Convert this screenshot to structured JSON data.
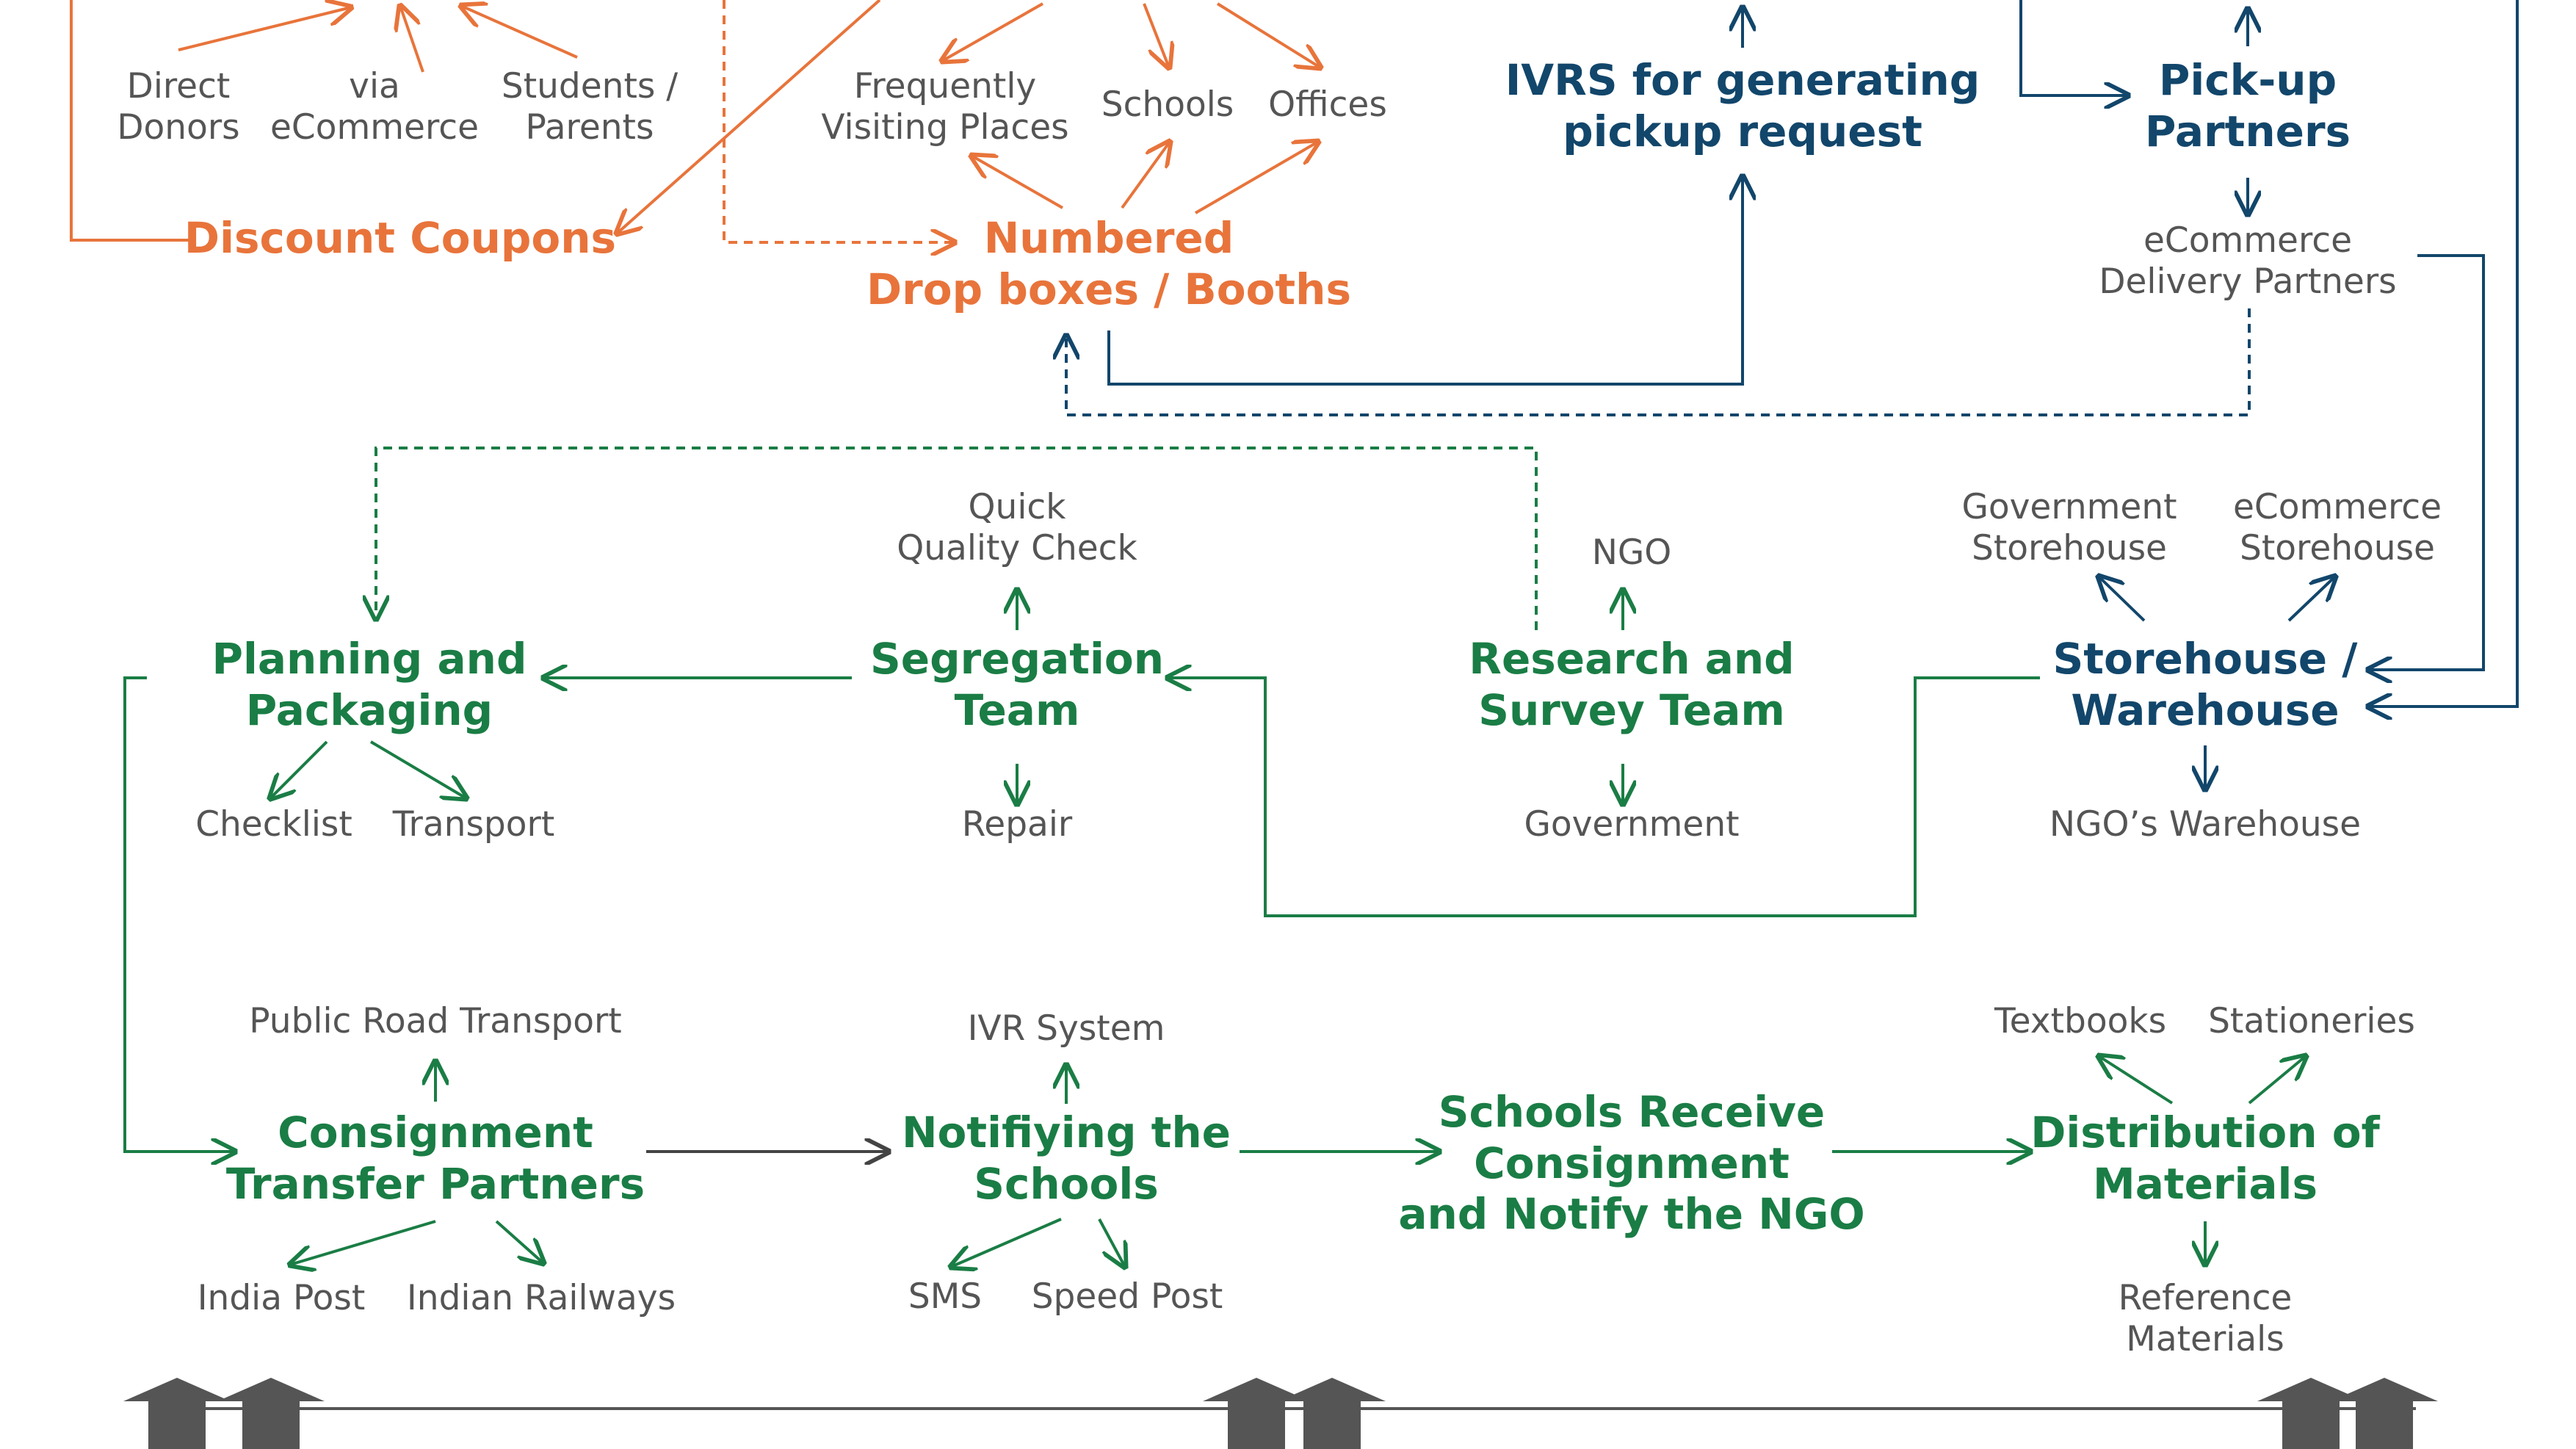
{
  "colors": {
    "orange": "#e8743b",
    "blue": "#12466b",
    "green": "#1a7d45",
    "gray": "#555555",
    "dark": "#444444"
  },
  "donation": {
    "direct_donors": [
      "Direct",
      "Donors"
    ],
    "via_ecommerce": [
      "via",
      "eCommerce"
    ],
    "students_parents": [
      "Students /",
      "Parents"
    ],
    "discount_coupons": "Discount Coupons"
  },
  "dropbox": {
    "frequently_visiting": [
      "Frequently",
      "Visiting Places"
    ],
    "schools": "Schools",
    "offices": "Offices",
    "title": [
      "Numbered",
      "Drop boxes / Booths"
    ]
  },
  "ivrs": {
    "title": [
      "IVRS for generating",
      "pickup request"
    ]
  },
  "pickup": {
    "title": [
      "Pick-up",
      "Partners"
    ],
    "ecommerce_delivery": [
      "eCommerce",
      "Delivery Partners"
    ]
  },
  "planning": {
    "title": [
      "Planning and",
      "Packaging"
    ],
    "checklist": "Checklist",
    "transport": "Transport"
  },
  "segregation": {
    "title": [
      "Segregation",
      "Team"
    ],
    "quick_check": [
      "Quick",
      "Quality Check"
    ],
    "repair": "Repair"
  },
  "research": {
    "title": [
      "Research and",
      "Survey Team"
    ],
    "ngo": "NGO",
    "government": "Government"
  },
  "storehouse": {
    "title": [
      "Storehouse /",
      "Warehouse"
    ],
    "government_storehouse": [
      "Government",
      "Storehouse"
    ],
    "ecommerce_storehouse": [
      "eCommerce",
      "Storehouse"
    ],
    "ngo_warehouse": "NGO’s Warehouse"
  },
  "consignment": {
    "title": [
      "Consignment",
      "Transfer Partners"
    ],
    "public_road": "Public Road Transport",
    "india_post": "India Post",
    "indian_railways": "Indian Railways"
  },
  "notifying": {
    "title": [
      "Notifiying the",
      "Schools"
    ],
    "ivr_system": "IVR System",
    "sms": "SMS",
    "speed_post": "Speed Post"
  },
  "schools_receive": {
    "title": [
      "Schools Receive",
      "Consignment",
      "and Notify the NGO"
    ]
  },
  "distribution": {
    "title": [
      "Distribution of",
      "Materials"
    ],
    "textbooks": "Textbooks",
    "stationeries": "Stationeries",
    "reference": [
      "Reference",
      "Materials"
    ]
  }
}
